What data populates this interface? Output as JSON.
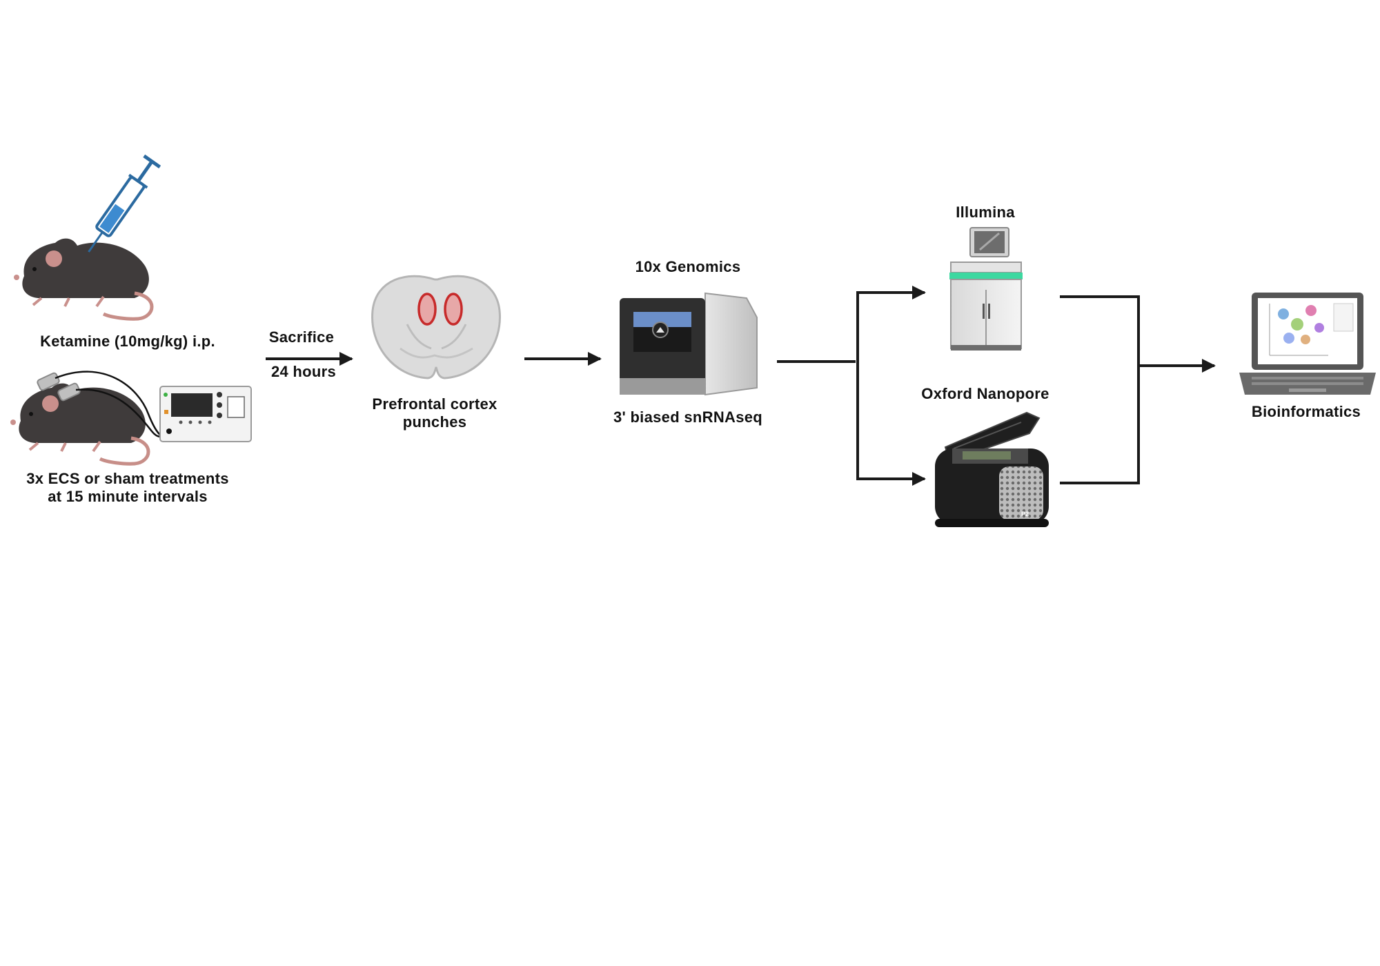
{
  "colors": {
    "mouse": "#3f3b3b",
    "mouse_ear": "#c9908c",
    "tail": "#c78e88",
    "syringe": "#2b6aa0",
    "highlight": "#c72a2a",
    "device_dark": "#2a2a2a",
    "illumina_accent": "#3cd8a0",
    "arrow": "#1a1a1a"
  },
  "steps": {
    "ketamine": {
      "label": "Ketamine (10mg/kg) i.p.",
      "icon": "syringe-icon"
    },
    "ecs": {
      "label_line1": "3x ECS or sham treatments",
      "label_line2": "at 15 minute intervals",
      "icon": "ecs-device-icon"
    },
    "sacrifice": {
      "label_top": "Sacrifice",
      "label_bottom": "24 hours"
    },
    "brain": {
      "label_line1": "Prefrontal cortex",
      "label_line2": "punches",
      "icon": "brain-slice-icon"
    },
    "genomics": {
      "label_top": "10x Genomics",
      "label_bottom": "3' biased snRNAseq",
      "icon": "chromium-instrument-icon"
    },
    "illumina": {
      "label": "Illumina",
      "icon": "sequencer-icon"
    },
    "nanopore": {
      "label": "Oxford Nanopore",
      "icon": "nanopore-sequencer-icon"
    },
    "bioinformatics": {
      "label": "Bioinformatics",
      "icon": "laptop-icon"
    }
  }
}
